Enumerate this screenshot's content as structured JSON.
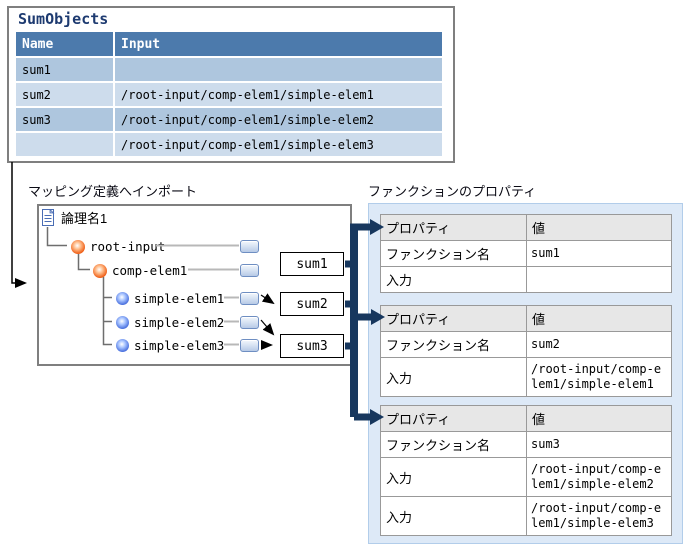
{
  "sum_objects_table": {
    "title": "SumObjects",
    "columns": [
      "Name",
      "Input"
    ],
    "rows": [
      {
        "name": "sum1",
        "input": ""
      },
      {
        "name": "sum2",
        "input": "/root-input/comp-elem1/simple-elem1"
      },
      {
        "name": "sum3",
        "input": "/root-input/comp-elem1/simple-elem2"
      },
      {
        "name": "",
        "input": "/root-input/comp-elem1/simple-elem3"
      }
    ]
  },
  "mapping_tree": {
    "label": "マッピング定義へインポート",
    "root_name": "論理名1",
    "nodes": [
      {
        "name": "root-input",
        "type": "complex-element",
        "level": 1
      },
      {
        "name": "comp-elem1",
        "type": "complex-element",
        "level": 2
      },
      {
        "name": "simple-elem1",
        "type": "simple-element",
        "level": 3
      },
      {
        "name": "simple-elem2",
        "type": "simple-element",
        "level": 3
      },
      {
        "name": "simple-elem3",
        "type": "simple-element",
        "level": 3
      }
    ]
  },
  "function_boxes": [
    {
      "label": "sum1"
    },
    {
      "label": "sum2"
    },
    {
      "label": "sum3"
    }
  ],
  "properties_panel": {
    "label": "ファンクションのプロパティ",
    "col_headers": [
      "プロパティ",
      "値"
    ],
    "tables": [
      {
        "rows": [
          {
            "label": "ファンクション名",
            "value": "sum1"
          },
          {
            "label": "入力",
            "value": ""
          }
        ]
      },
      {
        "rows": [
          {
            "label": "ファンクション名",
            "value": "sum2"
          },
          {
            "label": "入力",
            "value": "/root-input/comp-elem1/simple-elem1"
          }
        ]
      },
      {
        "rows": [
          {
            "label": "ファンクション名",
            "value": "sum3"
          },
          {
            "label": "入力",
            "value": "/root-input/comp-elem1/simple-elem2"
          },
          {
            "label": "入力",
            "value": "/root-input/comp-elem1/simple-elem3"
          }
        ]
      }
    ]
  },
  "icons": {
    "document": "document-icon",
    "complex_element": "complex-element-icon",
    "simple_element": "simple-element-icon",
    "mapping_handle": "mapping-handle-button-icon"
  },
  "colors": {
    "sum_table_header_bg": "#4c7aac",
    "sum_row_dark": "#aec6de",
    "sum_row_light": "#cddcec",
    "title_text": "#1d3a70",
    "thick_arrow": "#17375e",
    "panel_bg": "#dde9f7",
    "panel_border": "#b2cdea",
    "prop_header_bg": "#e7e7e7",
    "box_border": "#7f7f7f"
  }
}
